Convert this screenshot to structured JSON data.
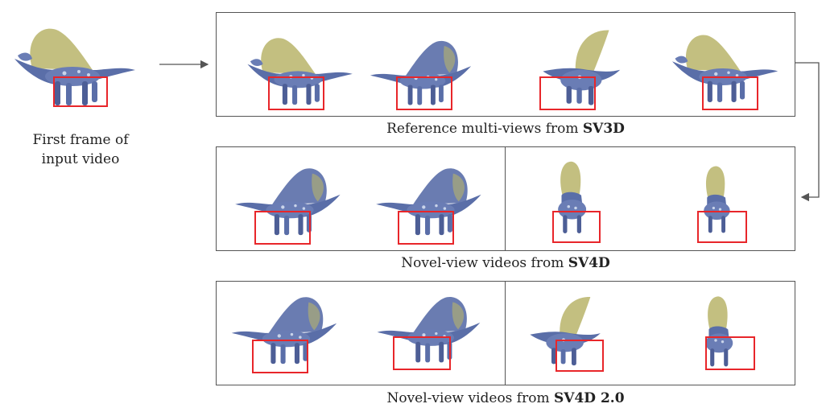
{
  "input": {
    "caption_line1": "First frame of",
    "caption_line2": "input video"
  },
  "sv3d": {
    "caption_prefix": "Reference multi-views from ",
    "caption_model": "SV3D"
  },
  "sv4d": {
    "caption_prefix": "Novel-view videos from ",
    "caption_model": "SV4D"
  },
  "sv4d2": {
    "caption_prefix": "Novel-view videos from ",
    "caption_model": "SV4D 2.0"
  },
  "colors": {
    "frame": "#555555",
    "highlight_box": "#e8262a",
    "body_blue": "#5a6ea8",
    "sail_yellow": "#b8b46a",
    "arrow": "#555555"
  },
  "icons": {
    "dinosaur": "dinosaur-render",
    "highlight": "red-highlight-box"
  }
}
